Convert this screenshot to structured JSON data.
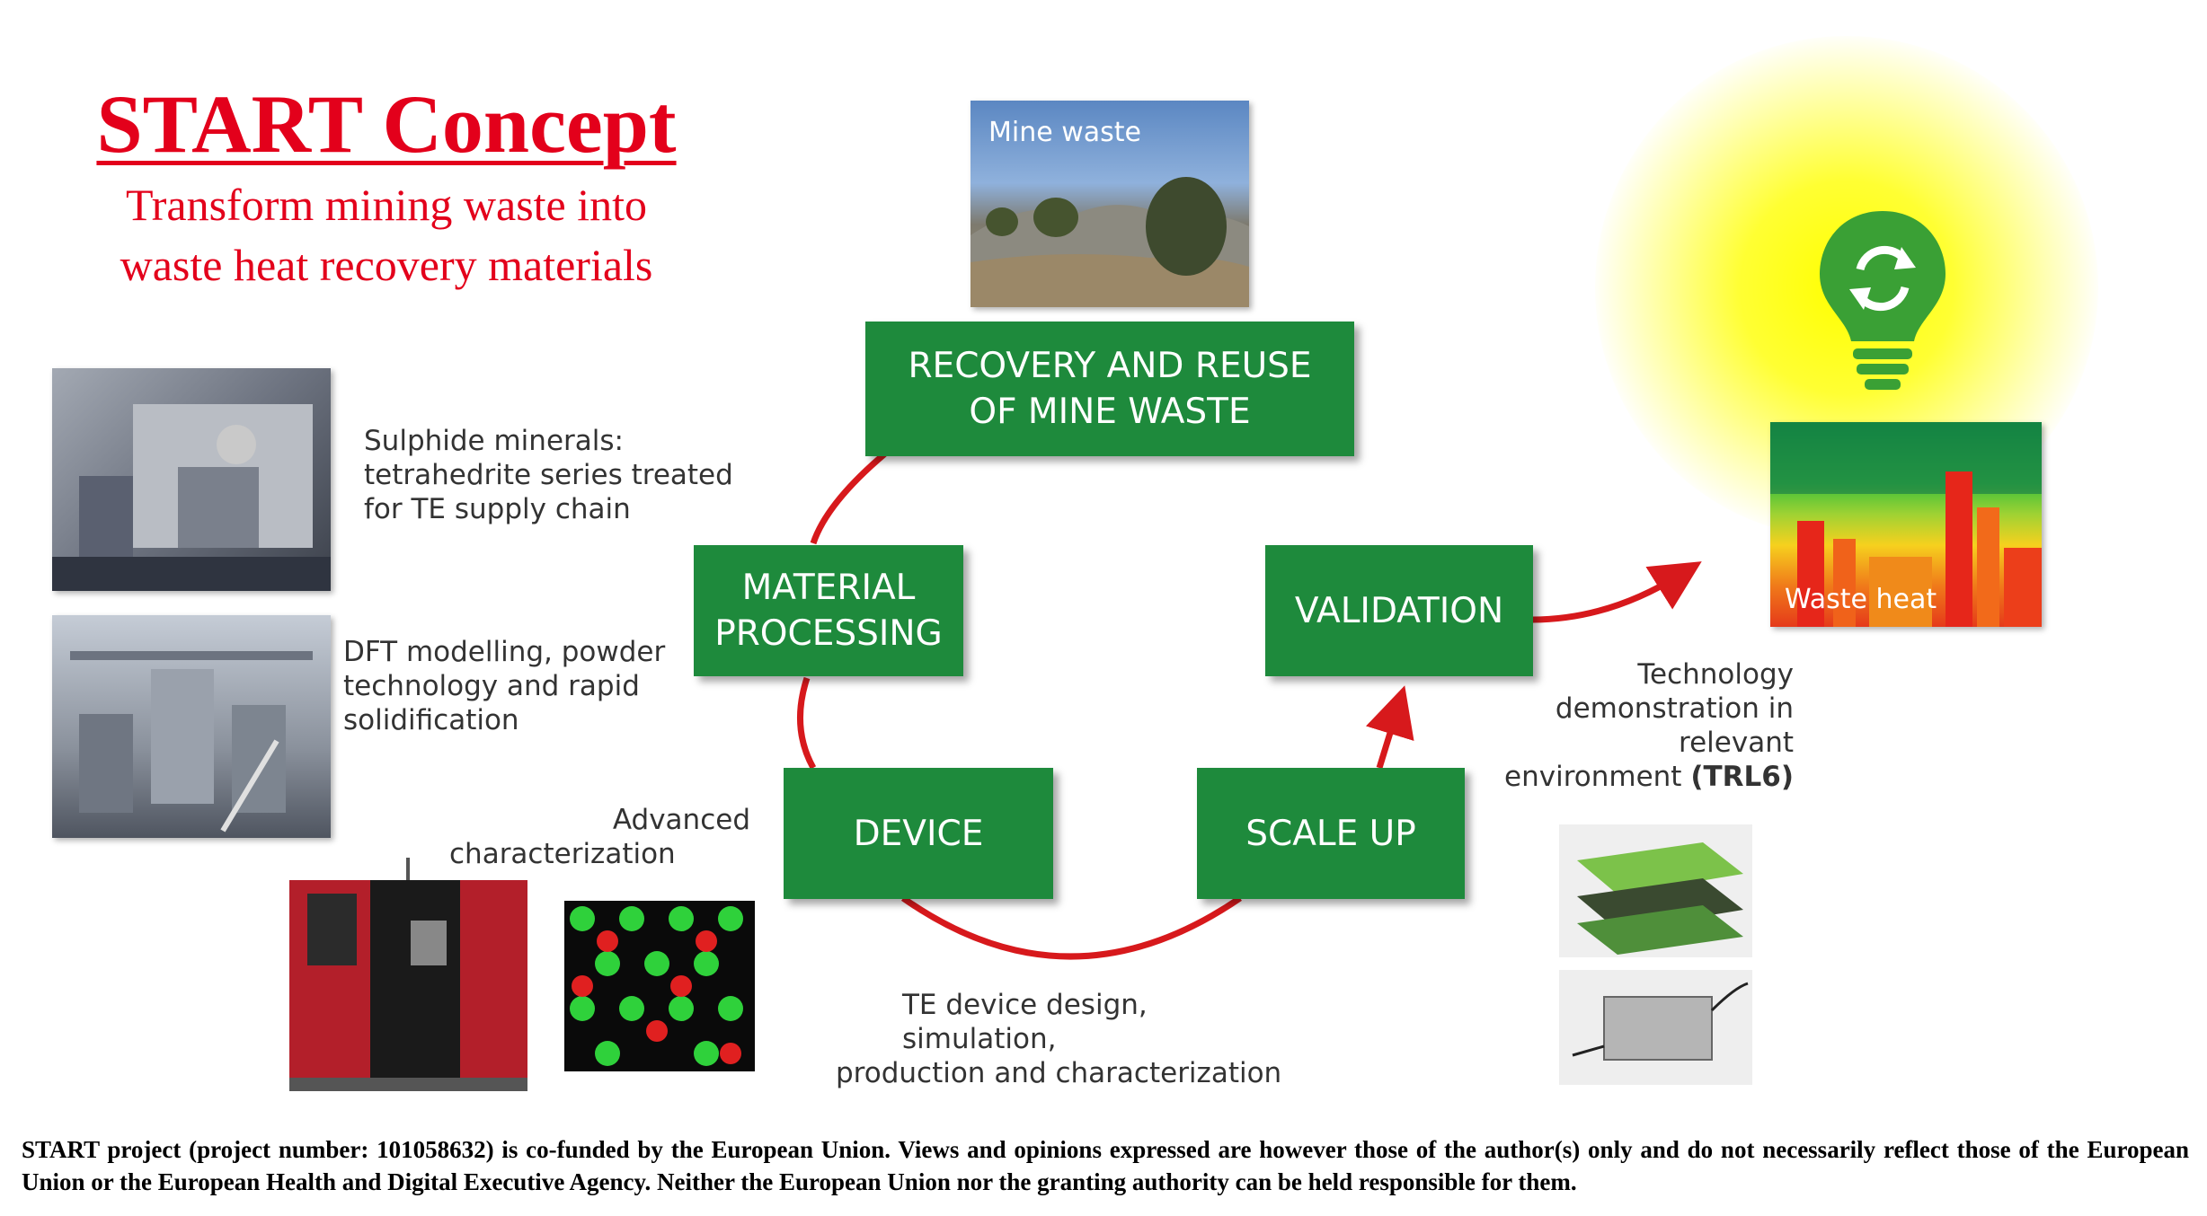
{
  "header": {
    "title": "START Concept",
    "subtitle_line1": "Transform mining waste into",
    "subtitle_line2": "waste heat recovery materials"
  },
  "cycle": {
    "recovery_line1": "RECOVERY AND REUSE",
    "recovery_line2": "OF MINE WASTE",
    "material_line1": "MATERIAL",
    "material_line2": "PROCESSING",
    "device": "DEVICE",
    "scale_up": "SCALE UP",
    "validation": "VALIDATION"
  },
  "notes": {
    "sulphide_line1": "Sulphide minerals:",
    "sulphide_line2": "tetrahedrite series treated",
    "sulphide_line3": "for TE supply chain",
    "dft_line1": "DFT modelling, powder",
    "dft_line2": "technology and rapid",
    "dft_line3": "solidification",
    "advanced_line1": "Advanced",
    "advanced_line2": "characterization",
    "te_line1": "TE device design, simulation,",
    "te_line2": "production and characterization",
    "tech_line1": "Technology",
    "tech_line2": "demonstration in relevant",
    "tech_line3": "environment",
    "tech_trl": "(TRL6)"
  },
  "photos": {
    "mine_waste_label": "Mine waste",
    "waste_heat_label": "Waste heat"
  },
  "footer": {
    "disclaimer": "START project (project number: 101058632) is co-funded by the European Union. Views and opinions expressed are however those of the author(s) only and do not necessarily reflect those of the European Union or the European Health and Digital Executive Agency. Neither the European Union nor the granting authority can be held responsible for them."
  },
  "colors": {
    "title_red": "#e3001b",
    "box_green": "#1e8a3c",
    "arrow_red": "#d7191c"
  },
  "icons": {
    "bulb": "lightbulb-recycle-icon"
  }
}
